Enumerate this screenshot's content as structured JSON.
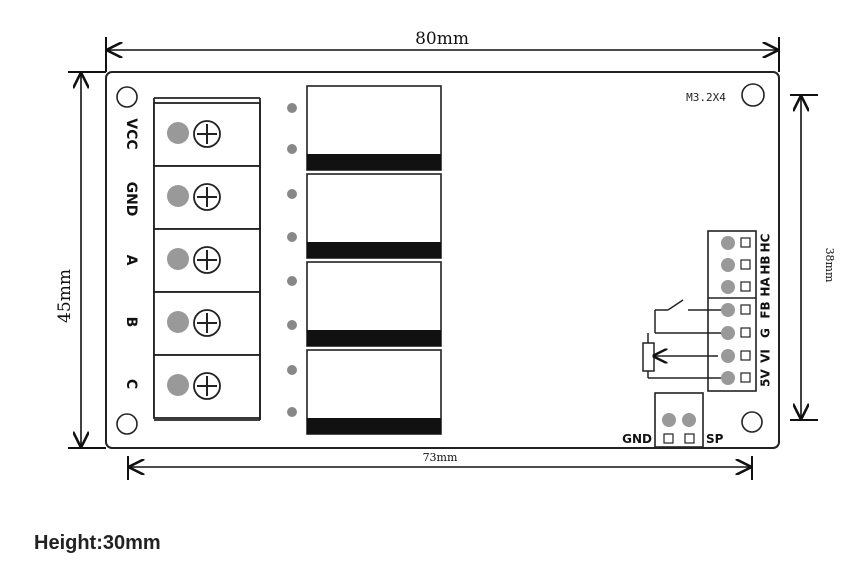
{
  "dimensions": {
    "width_label": "80mm",
    "height_label": "45mm",
    "hole_span_label": "73mm",
    "side_span_label": "38mm"
  },
  "board": {
    "hole_label": "M3.2X4",
    "terminals": [
      "VCC",
      "GND",
      "A",
      "B",
      "C"
    ],
    "header_pins": [
      "5V",
      "VI",
      "G",
      "FB",
      "HA",
      "HB",
      "HC"
    ],
    "sp_connector": {
      "left_label": "GND",
      "right_label": "SP"
    }
  },
  "note": "Height:30mm"
}
